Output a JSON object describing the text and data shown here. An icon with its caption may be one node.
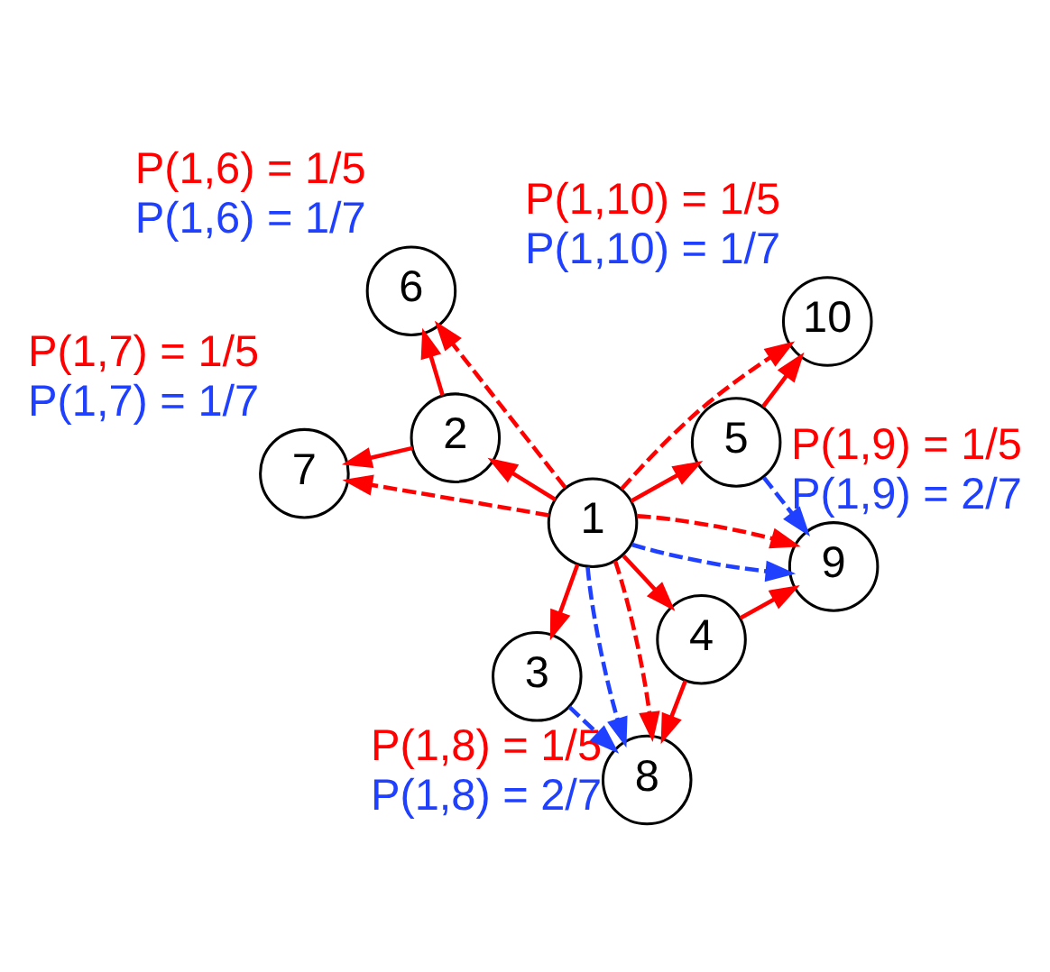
{
  "diagram": {
    "nodes": [
      {
        "text": [
          "1"
        ]
      },
      {
        "text": [
          "2"
        ]
      },
      {
        "text": [
          "3"
        ]
      },
      {
        "text": [
          "4"
        ]
      },
      {
        "text": [
          "5"
        ]
      },
      {
        "text": [
          "6"
        ],
        "beside": [
          "P(1,6) = 1/5",
          "P(1,6) = 1/7"
        ]
      },
      {
        "text": [
          "7"
        ],
        "beside": [
          "P(1,7) = 1/5",
          "P(1,7) = 1/7"
        ]
      },
      {
        "text": [
          "8"
        ],
        "beside": [
          "P(1,8) = 1/5",
          "P(1,8) = 2/7"
        ]
      },
      {
        "text": [
          "9"
        ],
        "beside": [
          "P(1,9) = 1/5",
          "P(1,9) = 2/7"
        ]
      },
      {
        "text": [
          "10"
        ],
        "beside": [
          "P(1,10) = 1/5",
          "P(1,10) = 1/7"
        ]
      }
    ],
    "edges": [
      {
        "from": 0,
        "to": 1,
        "arrow": "to"
      },
      {
        "from": 0,
        "to": 2,
        "arrow": "to"
      },
      {
        "from": 0,
        "to": 3,
        "arrow": "to"
      },
      {
        "from": 0,
        "to": 4,
        "arrow": "to"
      },
      {
        "from": 1,
        "to": 5,
        "arrow": "to"
      },
      {
        "from": 1,
        "to": 6,
        "arrow": "to"
      },
      {
        "from": 4,
        "to": 9,
        "arrow": "to"
      },
      {
        "from": 3,
        "to": 8,
        "arrow": "to"
      },
      {
        "from": 3,
        "to": 7,
        "arrow": "to"
      },
      {
        "from": 0,
        "to": 5,
        "arrow": "to",
        "style": "dashed"
      },
      {
        "from": 0,
        "to": 6,
        "arrow": "to",
        "style": "dashed"
      },
      {
        "from": 0,
        "to": 9,
        "arrow": "to",
        "style": "dashed"
      },
      {
        "from": 0,
        "to": 8,
        "arrow": "to",
        "style": "dashed"
      },
      {
        "from": 0,
        "to": 7,
        "arrow": "to",
        "style": "dashed"
      },
      {
        "from": 0,
        "to": 8,
        "arrow": "to",
        "style": "dashed",
        "color": "#2040ff"
      },
      {
        "from": 0,
        "to": 7,
        "arrow": "to",
        "style": "dashed",
        "color": "#2040ff"
      },
      {
        "from": 4,
        "to": 8,
        "arrow": "to",
        "style": "dashed",
        "color": "#2040ff"
      },
      {
        "from": 2,
        "to": 7,
        "arrow": "to",
        "style": "dashed",
        "color": "#2040ff"
      }
    ]
  }
}
